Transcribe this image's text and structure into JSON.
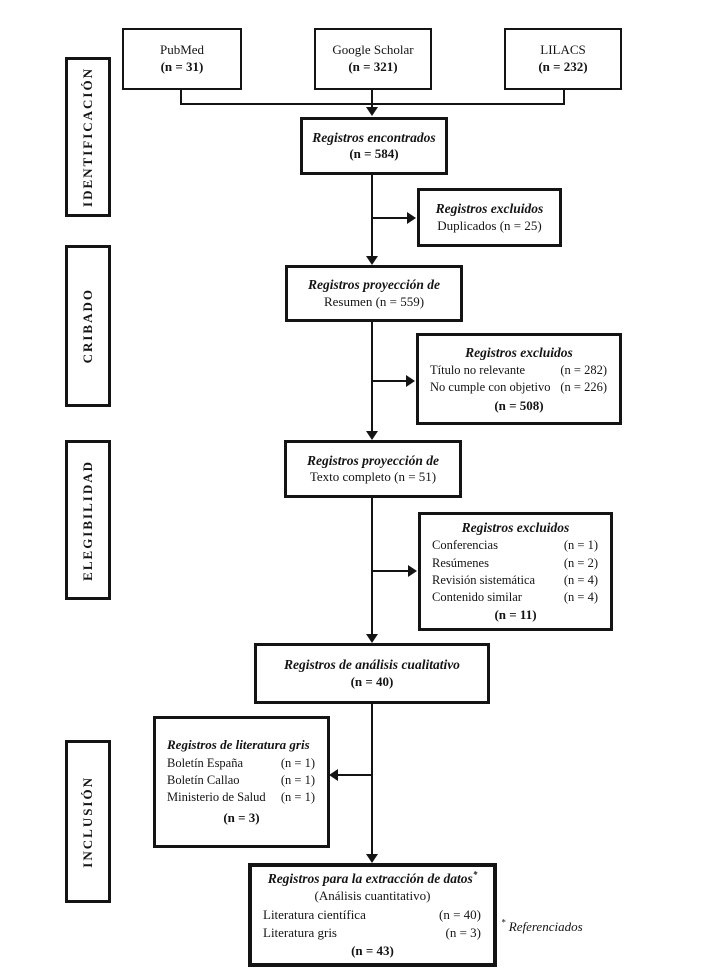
{
  "figure": {
    "background": "#ffffff",
    "line_color": "#141414"
  },
  "sidebar": {
    "stages": [
      {
        "label": "IDENTIFICACIÓN"
      },
      {
        "label": "CRIBADO"
      },
      {
        "label": "ELEGIBILIDAD"
      },
      {
        "label": "INCLUSIÓN"
      }
    ]
  },
  "sources": [
    {
      "name": "PubMed",
      "count": "(n = 31)"
    },
    {
      "name": "Google Scholar",
      "count": "(n = 321)"
    },
    {
      "name": "LILACS",
      "count": "(n = 232)"
    }
  ],
  "flow": {
    "found": {
      "title": "Registros encontrados",
      "count": "(n = 584)"
    },
    "excluded_duplicates": {
      "title": "Registros excluidos",
      "detail": "Duplicados (n = 25)"
    },
    "screening_abstract": {
      "title": "Registros proyección de",
      "detail": "Resumen (n = 559)"
    },
    "excluded_screening": {
      "title": "Registros excluidos",
      "items": [
        {
          "label": "Título no relevante",
          "count": "(n = 282)"
        },
        {
          "label": "No cumple con objetivo",
          "count": "(n = 226)"
        }
      ],
      "total": "(n = 508)"
    },
    "screening_fulltext": {
      "title": "Registros proyección de",
      "detail": "Texto completo (n = 51)"
    },
    "excluded_fulltext": {
      "title": "Registros excluidos",
      "items": [
        {
          "label": "Conferencias",
          "count": "(n = 1)"
        },
        {
          "label": "Resúmenes",
          "count": "(n = 2)"
        },
        {
          "label": "Revisión sistemática",
          "count": "(n = 4)"
        },
        {
          "label": "Contenido similar",
          "count": "(n = 4)"
        }
      ],
      "total": "(n = 11)"
    },
    "qualitative": {
      "title": "Registros de análisis cualitativo",
      "count": "(n = 40)"
    },
    "grey_literature": {
      "title": "Registros de literatura gris",
      "items": [
        {
          "label": "Boletín España",
          "count": "(n = 1)"
        },
        {
          "label": "Boletín Callao",
          "count": "(n = 1)"
        },
        {
          "label": "Ministerio de Salud",
          "count": "(n = 1)"
        }
      ],
      "total": "(n = 3)"
    },
    "extraction": {
      "title": "Registros para la extracción de datos",
      "title_marker": "*",
      "subtitle": "(Análisis cuantitativo)",
      "items": [
        {
          "label": "Literatura científica",
          "count": "(n = 40)"
        },
        {
          "label": "Literatura gris",
          "count": "(n = 3)"
        }
      ],
      "total": "(n = 43)"
    }
  },
  "footnote": {
    "marker": "*",
    "text": "Referenciados"
  }
}
